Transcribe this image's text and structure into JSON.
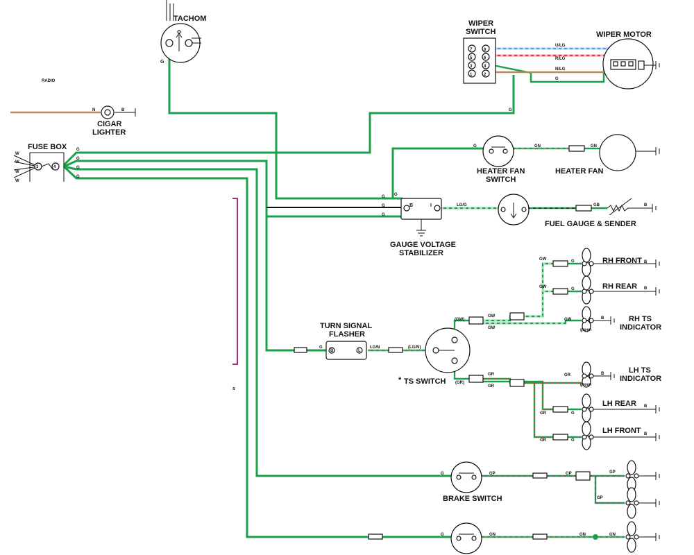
{
  "components": {
    "tachometer": "TACHOM",
    "wiper_switch": [
      "WIPER",
      "SWITCH"
    ],
    "wiper_motor": "WIPER MOTOR",
    "cigar_lighter": [
      "CIGAR",
      "LIGHTER"
    ],
    "fuse_box": "FUSE BOX",
    "heater_fan_switch": [
      "HEATER FAN",
      "SWITCH"
    ],
    "heater_fan": "HEATER FAN",
    "gauge_voltage_stabilizer": [
      "GAUGE VOLTAGE",
      "STABILIZER"
    ],
    "fuel_gauge_sender": "FUEL GAUGE & SENDER",
    "turn_signal_flasher": [
      "TURN SIGNAL",
      "FLASHER"
    ],
    "ts_switch": "TS SWITCH",
    "ts_switch_star": "*",
    "rh_front": "RH FRONT",
    "rh_rear": "RH REAR",
    "rh_ts_indicator": [
      "RH TS",
      "INDICATOR"
    ],
    "lh_ts_indicator": [
      "LH TS",
      "INDICATOR"
    ],
    "lh_rear": "LH REAR",
    "lh_front": "LH FRONT",
    "brake_switch": "BRAKE SWITCH",
    "green_lens": "green"
  },
  "wiper_terminals": [
    "7",
    "5",
    "3",
    "1",
    "8",
    "6",
    "4",
    "2"
  ],
  "stabilizer_terminals": [
    "B",
    "I"
  ],
  "flasher_terminals": [
    "B",
    "L"
  ],
  "fuse_terminals": [
    "3",
    "4"
  ],
  "wire_codes": {
    "g": "G",
    "n": "N",
    "b": "B",
    "w": "W",
    "gn": "GN",
    "gb": "GB",
    "lg_g": "LG/G",
    "lg_n": "LG/N",
    "lg_n_paren": "(LG/N)",
    "gw": "GW",
    "gw_paren": "(GW)",
    "gr": "GR",
    "gr_paren": "(GR)",
    "gp": "GP",
    "u_lg": "U/LG",
    "r_lg": "R/LG",
    "n_lg": "N/LG"
  },
  "truncated": {
    "radio": "RADIO",
    "s_mark": "s"
  },
  "colors": {
    "green": "#1aa04a",
    "brown": "#b78a5c",
    "blue": "#3aa0e0",
    "red": "#e53030",
    "white_stripe": "#ffffff",
    "purple": "#a0307a",
    "black": "#111111"
  }
}
